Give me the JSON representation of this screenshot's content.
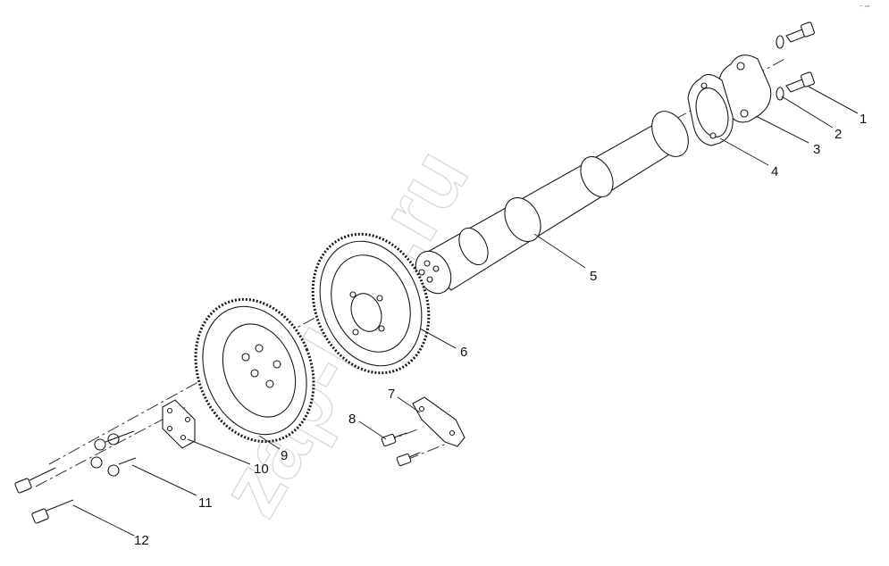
{
  "corner_mark": "⌐ ═",
  "watermark": {
    "text": "zap-kat.ru"
  },
  "callouts": [
    {
      "id": "1",
      "text": "1"
    },
    {
      "id": "2",
      "text": "2"
    },
    {
      "id": "3",
      "text": "3"
    },
    {
      "id": "4",
      "text": "4"
    },
    {
      "id": "5",
      "text": "5"
    },
    {
      "id": "6",
      "text": "6"
    },
    {
      "id": "7",
      "text": "7"
    },
    {
      "id": "8",
      "text": "8"
    },
    {
      "id": "9",
      "text": "9"
    },
    {
      "id": "10",
      "text": "10"
    },
    {
      "id": "11",
      "text": "11"
    },
    {
      "id": "12",
      "text": "12"
    }
  ]
}
